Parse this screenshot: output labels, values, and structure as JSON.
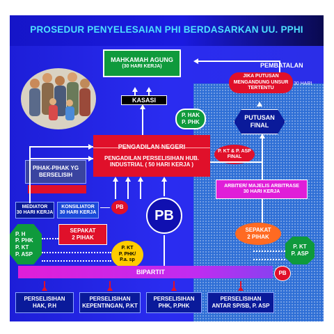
{
  "title": "PROSEDUR PENYELESAIAN PHI BERDASARKAN UU. PPHI",
  "mahkamah": {
    "line1": "MAHKAMAH AGUNG",
    "line2": "(30 HARI KERJA)"
  },
  "pembatalan": "PEMBATALAN",
  "jika_putusan": {
    "line1": "JIKA PUTUSAN",
    "line2": "MENGANDUNG UNSUR",
    "line3": "TERTENTU"
  },
  "tiga_puluh_hari": "30 HARI",
  "kasasi": "KASASI",
  "hak_phk": {
    "line1": "P. HAK",
    "line2": "P. PHK"
  },
  "putusan_final": {
    "line1": "PUTUSAN",
    "line2": "FINAL"
  },
  "pengadilan_negeri": "PENGADILAN NEGERI",
  "pengadilan_phi": {
    "line1": "PENGADILAN PERSELISIHAN HUB.",
    "line2": "INDUSTRIAL ( 50 HARI KERJA )"
  },
  "kt_asp_final": {
    "line1": "P. KT & P. ASP",
    "line2": "FINAL"
  },
  "pihak": {
    "line1": "PIHAK-PIHAK YG",
    "line2": "BERSELISIH"
  },
  "arbiter": {
    "line1": "ARBITER/ MAJELIS ARBITRASE",
    "line2": "30 HARI KERJA"
  },
  "mediator": {
    "line1": "MEDIATOR",
    "line2": "30 HARI KERJA"
  },
  "konsiliator": {
    "line1": "KONSILIATOR",
    "line2": "30 HARI KERJA"
  },
  "pb": "PB",
  "left_green": {
    "l1": "P. H",
    "l2": "P. PHK",
    "l3": "P. KT",
    "l4": "P. ASP"
  },
  "sepakat_left": {
    "line1": "SEPAKAT",
    "line2": "2 PIHAK"
  },
  "kt_phk_asp": {
    "l1": "P. KT",
    "l2": "P. PHK/",
    "l3": "P.a. sp"
  },
  "sepakat_right": {
    "line1": "SEPAKAT",
    "line2": "2 PIHAK"
  },
  "kt_asp_right": {
    "l1": "P. KT",
    "l2": "P. ASP"
  },
  "bipartit": "BIPARTIT",
  "bottom": [
    {
      "l1": "PERSELISIHAN",
      "l2": "HAK, P.H"
    },
    {
      "l1": "PERSELISIHAN",
      "l2": "KEPENTINGAN, P.KT"
    },
    {
      "l1": "PERSELISIHAN",
      "l2": "PHK, P.PHK"
    },
    {
      "l1": "PERSELISIHAN",
      "l2": "ANTAR SP/SB, P. ASP"
    }
  ],
  "colors": {
    "green": "#0f9a3c",
    "red": "#e0102a",
    "magenta": "#e01ed8",
    "orange": "#ff6a22",
    "navy": "#0a1a9a",
    "yellow": "#ffcc00"
  }
}
